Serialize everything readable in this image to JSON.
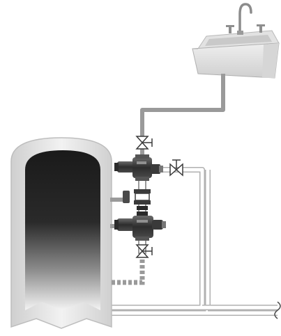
{
  "diagram": {
    "kind": "plumbing-schematic",
    "components": [
      {
        "name": "sink",
        "icon": "sink-icon"
      },
      {
        "name": "faucet",
        "icon": "faucet-icon"
      },
      {
        "name": "storage-tank",
        "icon": "water-heater-tank-icon"
      },
      {
        "name": "mixing-valve-upper",
        "icon": "mixing-valve-icon"
      },
      {
        "name": "mixing-valve-lower",
        "icon": "mixing-valve-icon"
      },
      {
        "name": "union-fitting",
        "icon": "union-icon"
      },
      {
        "name": "shutoff-valve-top",
        "icon": "ball-valve-icon"
      },
      {
        "name": "shutoff-valve-bottom",
        "icon": "ball-valve-icon"
      },
      {
        "name": "shutoff-valve-side",
        "icon": "ball-valve-icon"
      },
      {
        "name": "pipe-break",
        "icon": "pipe-break-icon"
      }
    ],
    "colors": {
      "hot_pipe": "#9a9a9a",
      "cold_pipe_outline": "#b5b5b5",
      "tank_shell": "#e6e6e6",
      "tank_dark": "#1f1f1f",
      "valve_dark": "#3a3a3a"
    }
  }
}
